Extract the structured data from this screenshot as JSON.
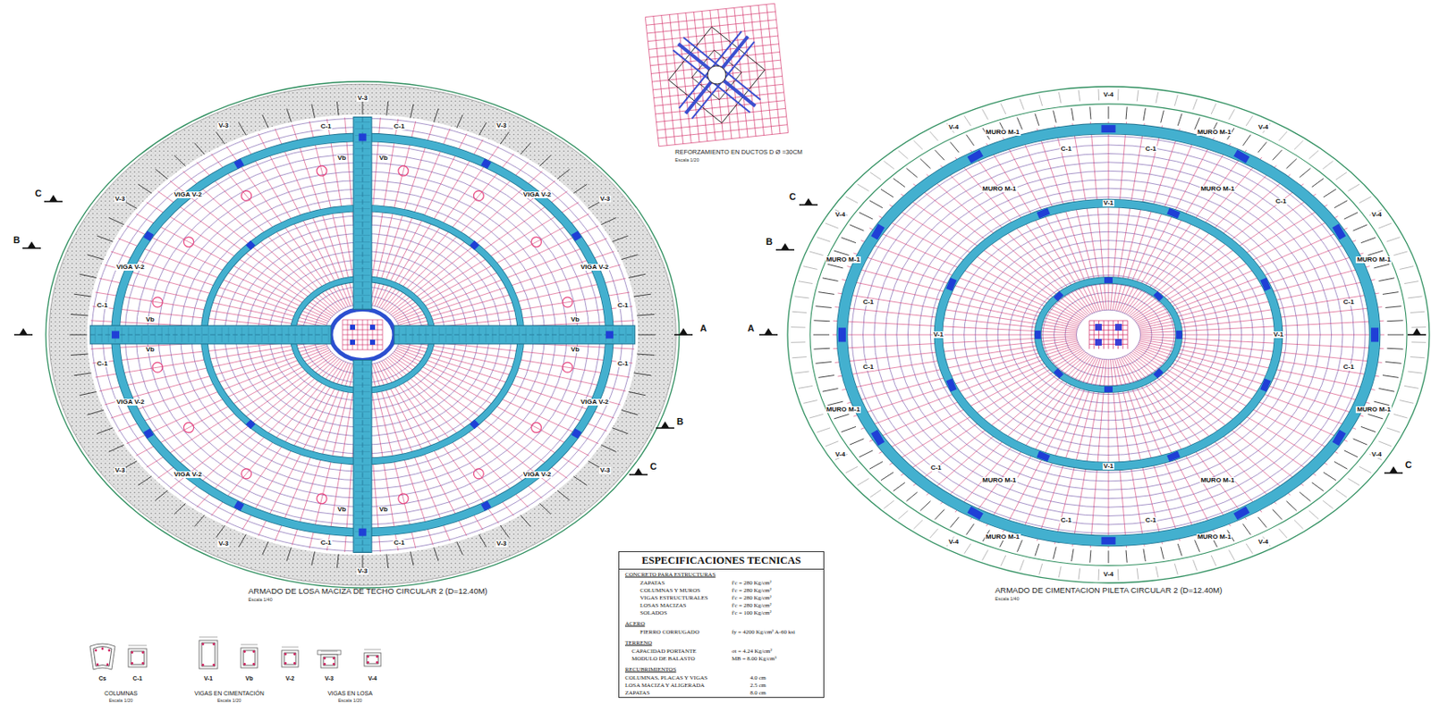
{
  "diagram": {
    "nodes": [
      {
        "text": [
          "ESPECIFICACIONES TECNICAS"
        ]
      }
    ],
    "labels": [
      "ARMADO DE LOSA MACIZA DE TECHO CIRCULAR 2 (D=12.40M)",
      "Escala 1/40",
      "V-3",
      "V-3",
      "V-3",
      "V-3",
      "V-3",
      "V-3",
      "V-3",
      "V-3",
      "V-3",
      "V-3",
      "C-1",
      "C-1",
      "C-1",
      "C-1",
      "C-1",
      "C-1",
      "C-1",
      "C-1",
      "VIGA V-2",
      "VIGA V-2",
      "VIGA V-2",
      "VIGA V-2",
      "VIGA V-2",
      "VIGA V-2",
      "VIGA V-2",
      "VIGA V-2",
      "Vb",
      "Vb",
      "Vb",
      "Vb",
      "Vb",
      "Vb",
      "Vb",
      "Vb",
      "A",
      "C",
      "B",
      "B",
      "C",
      "ARMADO DE CIMENTACION PILETA CIRCULAR 2 (D=12.40M)",
      "Escala 1/40",
      "V-4",
      "V-4",
      "V-4",
      "V-4",
      "V-4",
      "V-4",
      "V-4",
      "V-4",
      "V-4",
      "V-4",
      "MURO M-1",
      "MURO M-1",
      "MURO M-1",
      "MURO M-1",
      "MURO M-1",
      "MURO M-1",
      "MURO M-1",
      "MURO M-1",
      "MURO M-1",
      "MURO M-1",
      "MURO M-1",
      "MURO M-1",
      "C-1",
      "C-1",
      "C-1",
      "C-1",
      "C-1",
      "C-1",
      "C-1",
      "C-1",
      "C-1",
      "C-1",
      "V-1",
      "V-1",
      "V-1",
      "V-1",
      "A",
      "C",
      "B",
      "C",
      "REFORZAMIENTO EN DUCTOS D Ø =30CM",
      "Escala 1/20",
      "Cs",
      "C-1",
      "V-1",
      "Vb",
      "V-2",
      "V-3",
      "V-4",
      "COLUMNAS",
      "VIGAS EN CIMENTACIÓN",
      "VIGAS EN LOSA",
      "Escala 1/20",
      "Escala 1/20",
      "Escala 1/20",
      "CONCRETO PARA ESTRUCTURAS",
      "ZAPATAS",
      "f'c = 280 Kg/cm²",
      "COLUMNAS Y MUROS",
      "f'c = 280 Kg/cm²",
      "VIGAS ESTRUCTURALES",
      "f'c = 280 Kg/cm²",
      "LOSAS MACIZAS",
      "f'c = 280 Kg/cm²",
      "SOLADOS",
      "f'c = 100 Kg/cm²",
      "ACERO",
      "FIERRO CORRUGADO",
      "fy = 4200 Kg/cm² A-60 ksi",
      "TERRENO",
      "CAPACIDAD PORTANTE",
      "σt = 4.24 Kg/cm²",
      "MODULO DE BALASTO",
      "MB = 8.00 Kg/cm³",
      "RECUBRIMIENTOS",
      "COLUMNAS, PLACAS Y VIGAS",
      "4.0 cm",
      "LOSA MACIZA Y ALIGERADA",
      "2.5 cm",
      "ZAPATAS",
      "8.0 cm"
    ]
  }
}
